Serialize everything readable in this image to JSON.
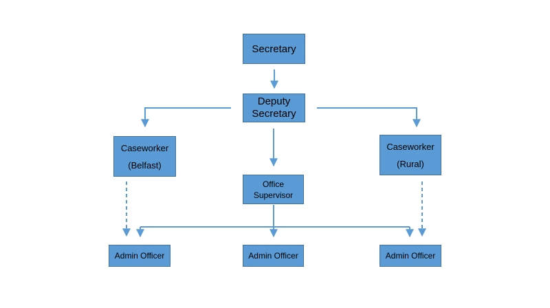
{
  "diagram": {
    "nodes": {
      "secretary": "Secretary",
      "deputy_line1": "Deputy",
      "deputy_line2": "Secretary",
      "caseworker_belfast_line1": "Caseworker",
      "caseworker_belfast_line2": "(Belfast)",
      "caseworker_rural_line1": "Caseworker",
      "caseworker_rural_line2": "(Rural)",
      "supervisor_line1": "Office",
      "supervisor_line2": "Supervisor",
      "admin_officer_1": "Admin Officer",
      "admin_officer_2": "Admin Officer",
      "admin_officer_3": "Admin Officer"
    },
    "colors": {
      "box_fill": "#5b9bd5",
      "box_border": "#41719c",
      "connector": "#5b9bd5"
    },
    "connectors": [
      {
        "from": "secretary",
        "to": "deputy",
        "style": "solid"
      },
      {
        "from": "deputy",
        "to": "caseworker_belfast",
        "style": "solid"
      },
      {
        "from": "deputy",
        "to": "caseworker_rural",
        "style": "solid"
      },
      {
        "from": "deputy",
        "to": "supervisor",
        "style": "solid"
      },
      {
        "from": "supervisor",
        "to": "admin_officer_1",
        "style": "solid"
      },
      {
        "from": "supervisor",
        "to": "admin_officer_2",
        "style": "solid"
      },
      {
        "from": "supervisor",
        "to": "admin_officer_3",
        "style": "solid"
      },
      {
        "from": "caseworker_belfast",
        "to": "admin_officer_1",
        "style": "dashed"
      },
      {
        "from": "caseworker_rural",
        "to": "admin_officer_3",
        "style": "dashed"
      }
    ]
  }
}
